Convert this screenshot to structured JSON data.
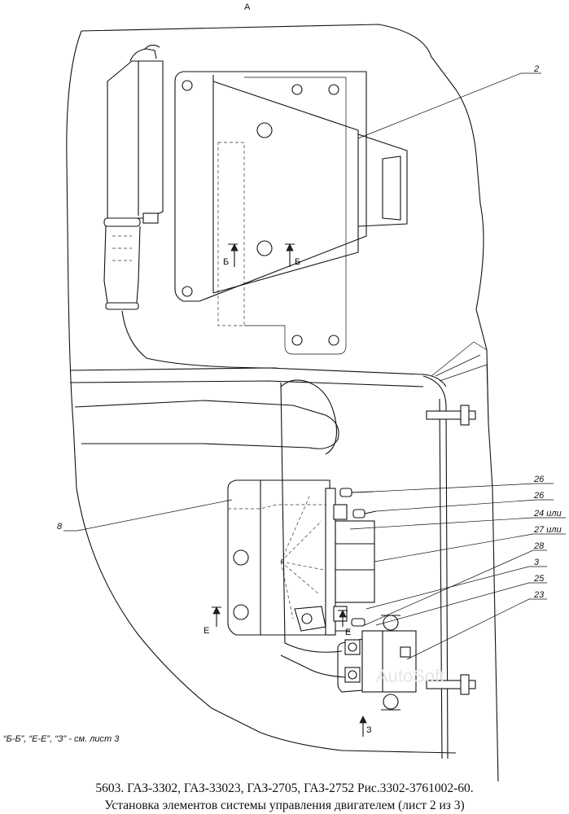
{
  "view_label": "А",
  "callouts": {
    "c2": "2",
    "c8": "8",
    "c26a": "26",
    "c26b": "26",
    "c24": "24 или",
    "c27": "27 или",
    "c28": "28",
    "c3": "3",
    "c25": "25",
    "c23": "23"
  },
  "sections": {
    "b_left": "Б",
    "b_right": "Б",
    "e_left": "Е",
    "e_right": "Е",
    "z": "З"
  },
  "footnote": "“Б-Б”, “Е-Е”, “З” - см. лист 3",
  "watermark": "AutoSoft",
  "caption": {
    "line1": "5603.  ГАЗ-3302, ГАЗ-33023, ГАЗ-2705, ГАЗ-2752 Рис.3302-3761002-60.",
    "line2": "Установка элементов системы управления двигателем (лист 2 из 3)"
  }
}
